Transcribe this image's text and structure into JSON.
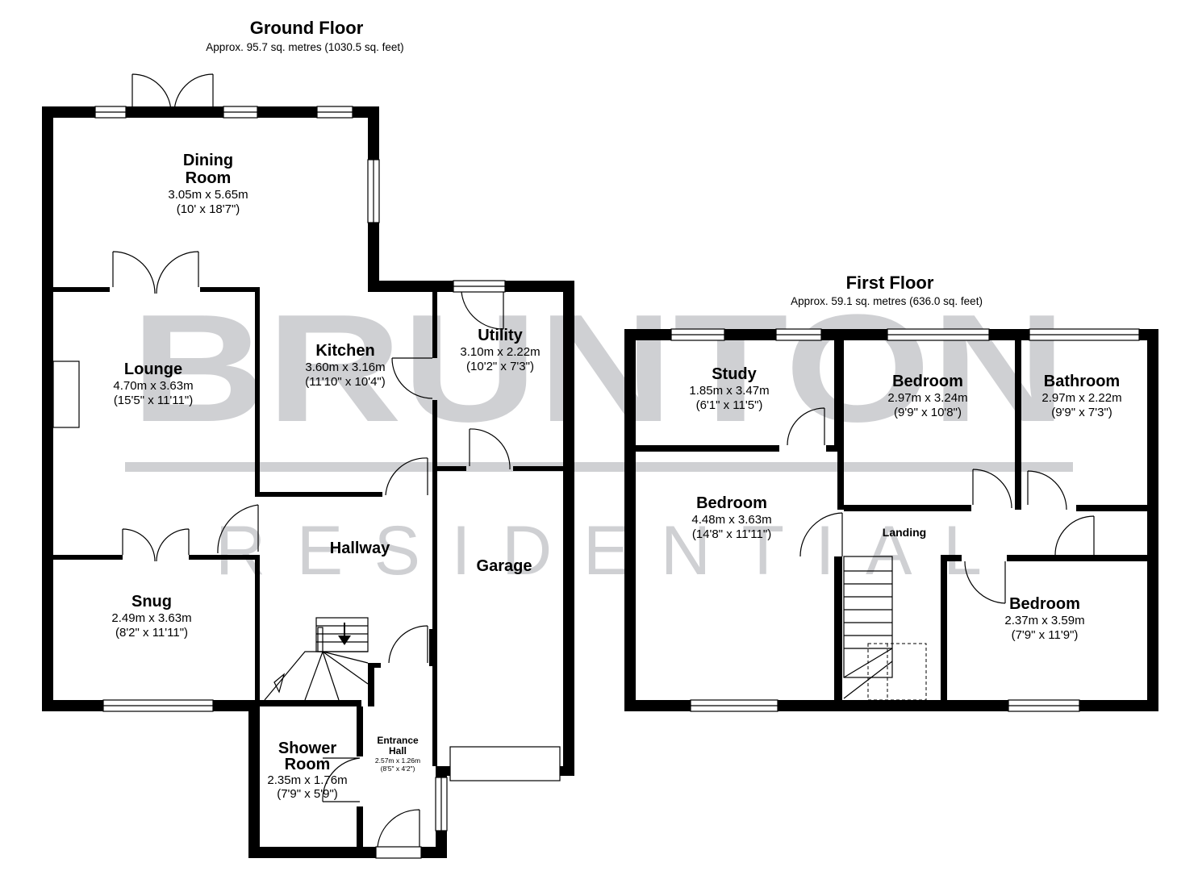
{
  "watermark": {
    "brand": "BRUNTON",
    "division": "RESIDENTIAL"
  },
  "ground_floor": {
    "title": "Ground Floor",
    "area": "Approx. 95.7 sq. metres (1030.5 sq. feet)",
    "rooms": {
      "dining": {
        "name_line1": "Dining",
        "name_line2": "Room",
        "metric": "3.05m x 5.65m",
        "imperial": "(10' x 18'7\")"
      },
      "lounge": {
        "name": "Lounge",
        "metric": "4.70m x 3.63m",
        "imperial": "(15'5\" x 11'11\")"
      },
      "kitchen": {
        "name": "Kitchen",
        "metric": "3.60m x 3.16m",
        "imperial": "(11'10\" x 10'4\")"
      },
      "utility": {
        "name": "Utility",
        "metric": "3.10m x 2.22m",
        "imperial": "(10'2\" x 7'3\")"
      },
      "hallway": {
        "name": "Hallway"
      },
      "garage": {
        "name": "Garage"
      },
      "snug": {
        "name": "Snug",
        "metric": "2.49m x 3.63m",
        "imperial": "(8'2\" x 11'11\")"
      },
      "shower": {
        "name_line1": "Shower",
        "name_line2": "Room",
        "metric": "2.35m x 1.76m",
        "imperial": "(7'9\" x 5'9\")"
      },
      "entrance": {
        "name_line1": "Entrance",
        "name_line2": "Hall",
        "metric": "2.57m x 1.26m",
        "imperial": "(8'5\" x 4'2\")"
      }
    }
  },
  "first_floor": {
    "title": "First Floor",
    "area": "Approx. 59.1 sq. metres (636.0 sq. feet)",
    "rooms": {
      "study": {
        "name": "Study",
        "metric": "1.85m x 3.47m",
        "imperial": "(6'1\" x 11'5\")"
      },
      "bedroom_top": {
        "name": "Bedroom",
        "metric": "2.97m x 3.24m",
        "imperial": "(9'9\" x 10'8\")"
      },
      "bathroom": {
        "name": "Bathroom",
        "metric": "2.97m x 2.22m",
        "imperial": "(9'9\" x 7'3\")"
      },
      "bedroom_main": {
        "name": "Bedroom",
        "metric": "4.48m x 3.63m",
        "imperial": "(14'8\" x 11'11\")"
      },
      "landing": {
        "name": "Landing"
      },
      "bedroom_small": {
        "name": "Bedroom",
        "metric": "2.37m x 3.59m",
        "imperial": "(7'9\" x 11'9\")"
      }
    }
  }
}
